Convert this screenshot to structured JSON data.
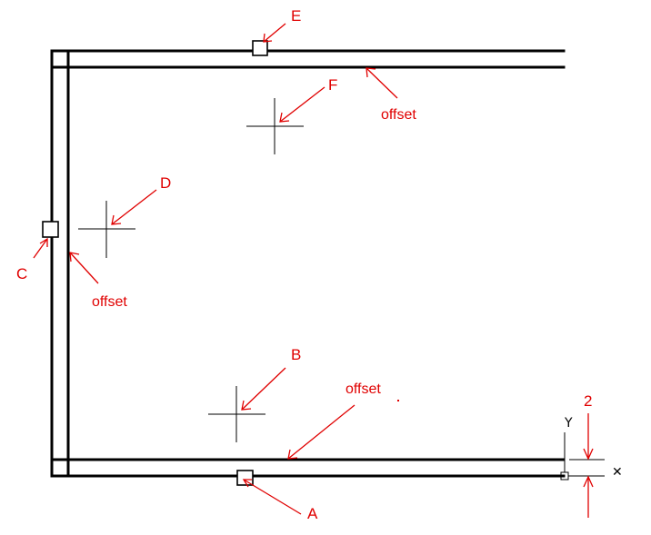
{
  "labels": {
    "a": "A",
    "b": "B",
    "c": "C",
    "d": "D",
    "e": "E",
    "f": "F",
    "offset_top": "offset",
    "offset_left": "offset",
    "offset_bottom": "offset",
    "dimension": "2",
    "axis_y": "Y",
    "axis_x": "✕"
  },
  "colors": {
    "annotation": "#e00000",
    "lines": "#000000",
    "background": "#ffffff"
  }
}
